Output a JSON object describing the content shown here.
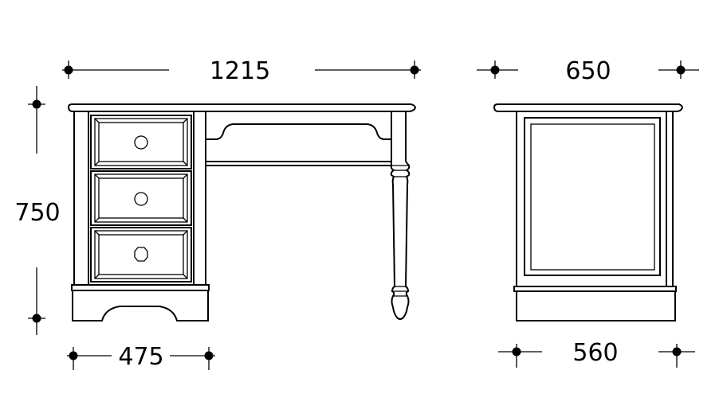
{
  "dimensions": {
    "front_width": "1215",
    "side_depth_top": "650",
    "height": "750",
    "pedestal_width": "475",
    "side_depth_base": "560"
  },
  "colors": {
    "line": "#000000",
    "background": "#ffffff"
  }
}
